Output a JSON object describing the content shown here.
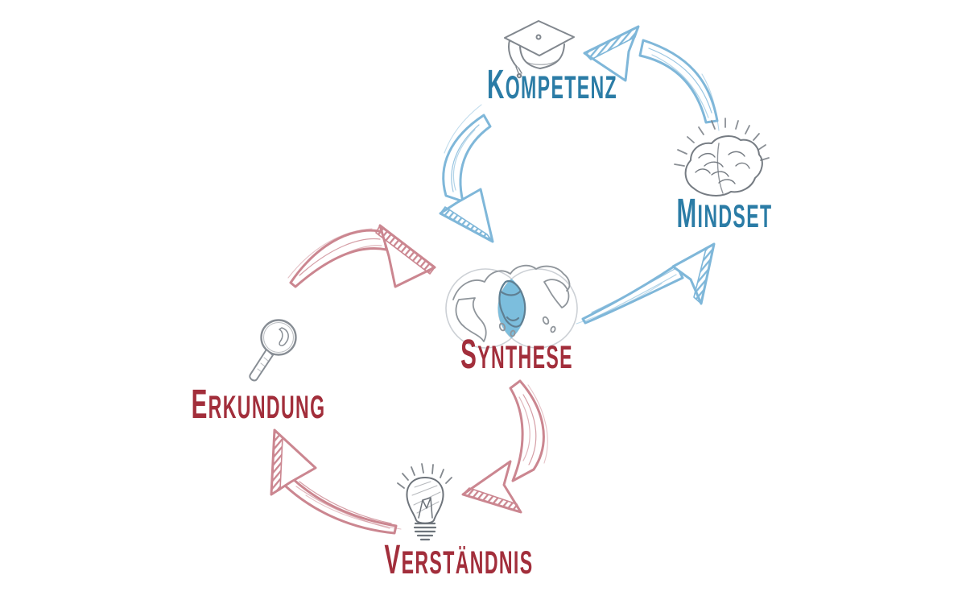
{
  "diagram": {
    "type": "hand-drawn infinity learning loop",
    "background": "#ffffff",
    "nodes": {
      "kompetenz": {
        "label": "KOMPETENZ",
        "color": "#2b7ca6",
        "icon": "graduation-cap-icon"
      },
      "mindset": {
        "label": "MINDSET",
        "color": "#2b7ca6",
        "icon": "brain-icon"
      },
      "synthese": {
        "label": "SYNTHESE",
        "color": "#a22e3b",
        "icon": "globe-venn-icon"
      },
      "erkundung": {
        "label": "ERKUNDUNG",
        "color": "#a22e3b",
        "icon": "magnifier-icon"
      },
      "verstaendnis": {
        "label": "VERSTÄNDNIS",
        "color": "#a22e3b",
        "icon": "lightbulb-icon"
      }
    },
    "arrows": [
      {
        "from": "MINDSET",
        "to": "KOMPETENZ",
        "color": "#7fb7d9"
      },
      {
        "from": "KOMPETENZ",
        "to": "SYNTHESE",
        "color": "#7fb7d9"
      },
      {
        "from": "SYNTHESE",
        "to": "MINDSET",
        "color": "#7fb7d9"
      },
      {
        "from": "ERKUNDUNG",
        "to": "SYNTHESE",
        "color": "#cb8690"
      },
      {
        "from": "SYNTHESE",
        "to": "VERSTÄNDNIS",
        "color": "#cb8690"
      },
      {
        "from": "VERSTÄNDNIS",
        "to": "ERKUNDUNG",
        "color": "#cb8690"
      }
    ],
    "colors": {
      "blue_text": "#2b7ca6",
      "red_text": "#a22e3b",
      "blue_arrow": "#7fb7d9",
      "red_arrow": "#cb8690",
      "icon_gray": "#81878e",
      "map_gray": "#8f959b",
      "lens_blue": "#7cbedd"
    }
  }
}
